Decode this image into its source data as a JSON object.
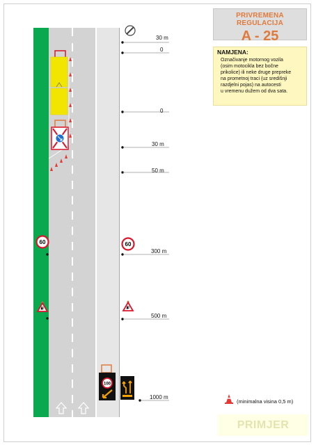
{
  "header": {
    "regulation_label": "PRIVREMENA REGULACIJA",
    "code": "A - 25"
  },
  "purpose": {
    "heading": "NAMJENA:",
    "lines": [
      "Označivanje motornog vozila",
      "(osim motocikla bez bočne",
      "prikolice) ili neke druge prepreke",
      "na prometnoj traci (uz središnji",
      "razdjelni pojas) na autocesti",
      "u vremenu dužem od dva sata."
    ]
  },
  "distances": {
    "d1": "30 m",
    "d2": "0",
    "d3": "0",
    "d4": "30 m",
    "d5": "50 m",
    "d6": "300 m",
    "d7": "500 m",
    "d8": "1000 m"
  },
  "signs": {
    "speed_limit": "60",
    "arrow_board_speed": "100"
  },
  "legend": {
    "cone_note": "(minimalna visina 0,5 m)"
  },
  "footer": {
    "example_label": "PRIMJER"
  },
  "colors": {
    "median_green": "#0aa84f",
    "road_gray": "#d3d3d3",
    "shoulder_gray": "#e6e6e6",
    "vehicle_yellow": "#f2e500",
    "accent_orange": "#e07a3c",
    "sign_red": "#d9162b"
  }
}
